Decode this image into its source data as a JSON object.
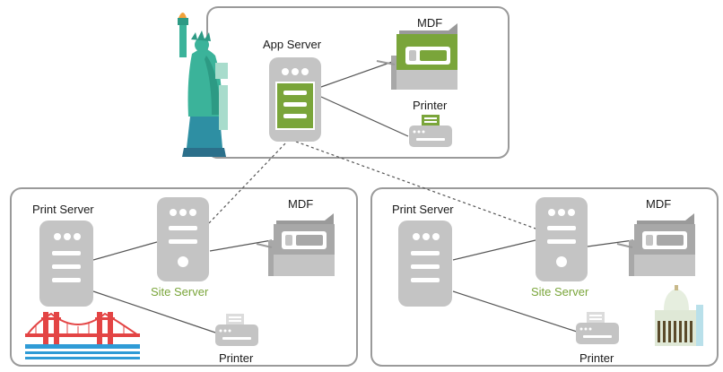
{
  "colors": {
    "box_border": "#9a9a9a",
    "device_gray": "#c4c4c4",
    "device_dark": "#a8a8a8",
    "accent_green": "#7aa53a",
    "line": "#555555",
    "statue": "#3bb39a",
    "bridge": "#e34444",
    "water": "#2f9bd6"
  },
  "top_site": {
    "app_server_label": "App Server",
    "mdf_label": "MDF",
    "printer_label": "Printer",
    "landmark": "statue-of-liberty-icon"
  },
  "left_site": {
    "print_server_label": "Print Server",
    "site_server_label": "Site Server",
    "mdf_label": "MDF",
    "printer_label": "Printer",
    "landmark": "golden-gate-bridge-icon"
  },
  "right_site": {
    "print_server_label": "Print Server",
    "site_server_label": "Site Server",
    "mdf_label": "MDF",
    "printer_label": "Printer",
    "landmark": "capitol-building-icon"
  }
}
